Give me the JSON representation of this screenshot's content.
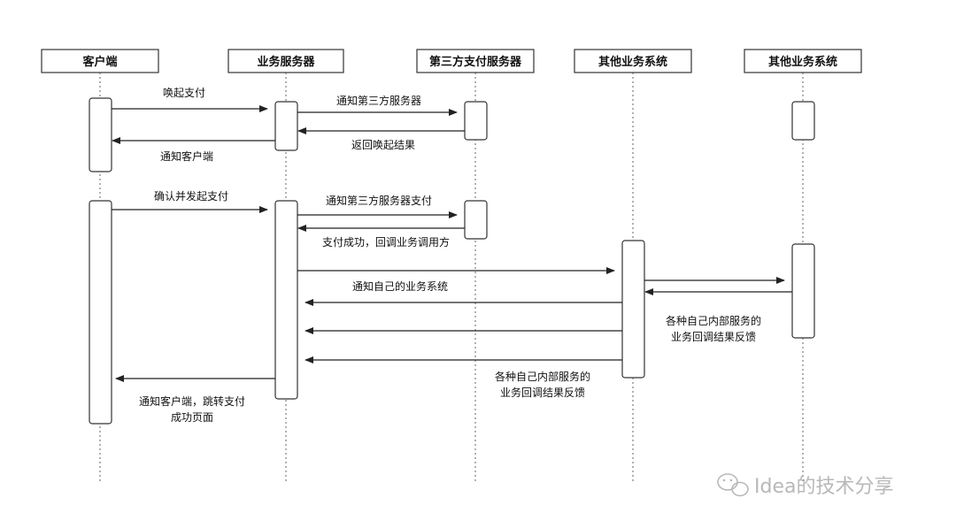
{
  "participants": [
    {
      "label": "客户端"
    },
    {
      "label": "业务服务器"
    },
    {
      "label": "第三方支付服务器"
    },
    {
      "label": "其他业务系统"
    },
    {
      "label": "其他业务系统"
    }
  ],
  "messages": [
    {
      "label": "唤起支付"
    },
    {
      "label": "通知第三方服务器"
    },
    {
      "label": "返回唤起结果"
    },
    {
      "label": "通知客户端"
    },
    {
      "label": "确认并发起支付"
    },
    {
      "label": "通知第三方服务器支付"
    },
    {
      "label": "支付成功，回调业务调用方"
    },
    {
      "label": "通知自己的业务系统"
    },
    {
      "label": "各种自己内部服务的",
      "label2": "业务回调结果反馈"
    },
    {
      "label": "各种自己内部服务的",
      "label2": "业务回调结果反馈"
    },
    {
      "label": "通知客户端，跳转支付",
      "label2": "成功页面"
    }
  ],
  "watermark": {
    "text": "Idea的技术分享",
    "icon": "wechat-icon"
  }
}
